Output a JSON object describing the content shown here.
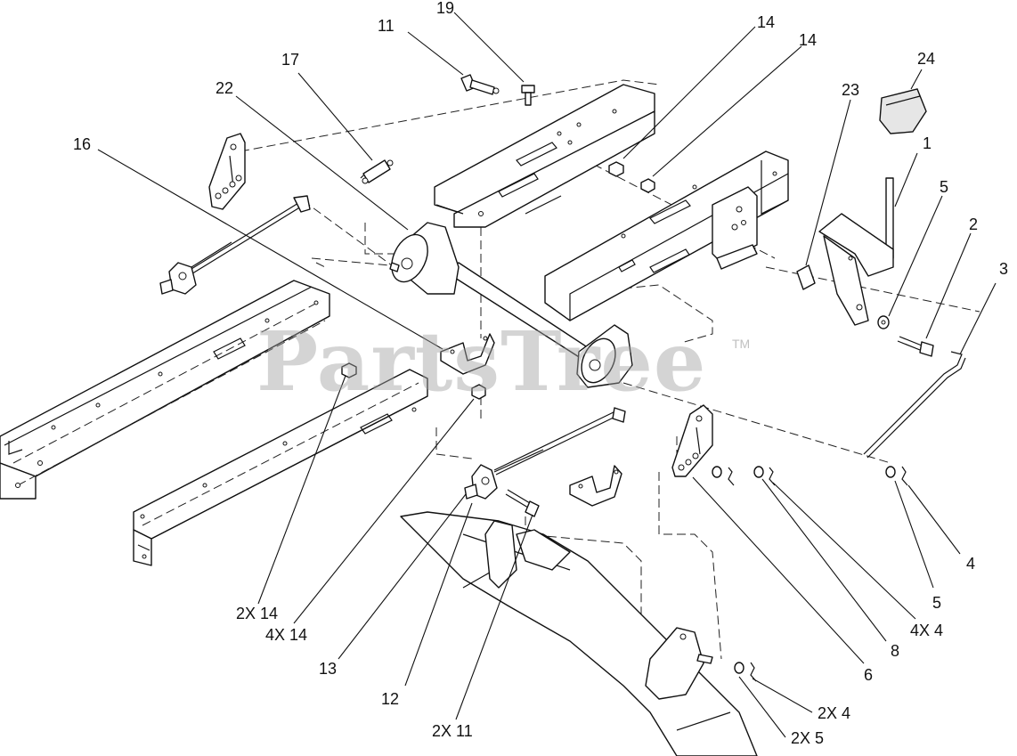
{
  "watermark": {
    "text": "PartsTree",
    "mark": "TM"
  },
  "callouts": {
    "c11": "11",
    "c19": "19",
    "c14a": "14",
    "c14b": "14",
    "c24": "24",
    "c17": "17",
    "c22": "22",
    "c23": "23",
    "c1": "1",
    "c16": "16",
    "c5a": "5",
    "c2": "2",
    "c3": "3",
    "c4": "4",
    "c5b": "5",
    "c4x4": "4X 4",
    "c8": "8",
    "c6": "6",
    "c2x14": "2X 14",
    "c4x14": "4X 14",
    "c13": "13",
    "c12": "12",
    "c2x11": "2X 11",
    "c2x4": "2X 4",
    "c2x5": "2X 5"
  }
}
